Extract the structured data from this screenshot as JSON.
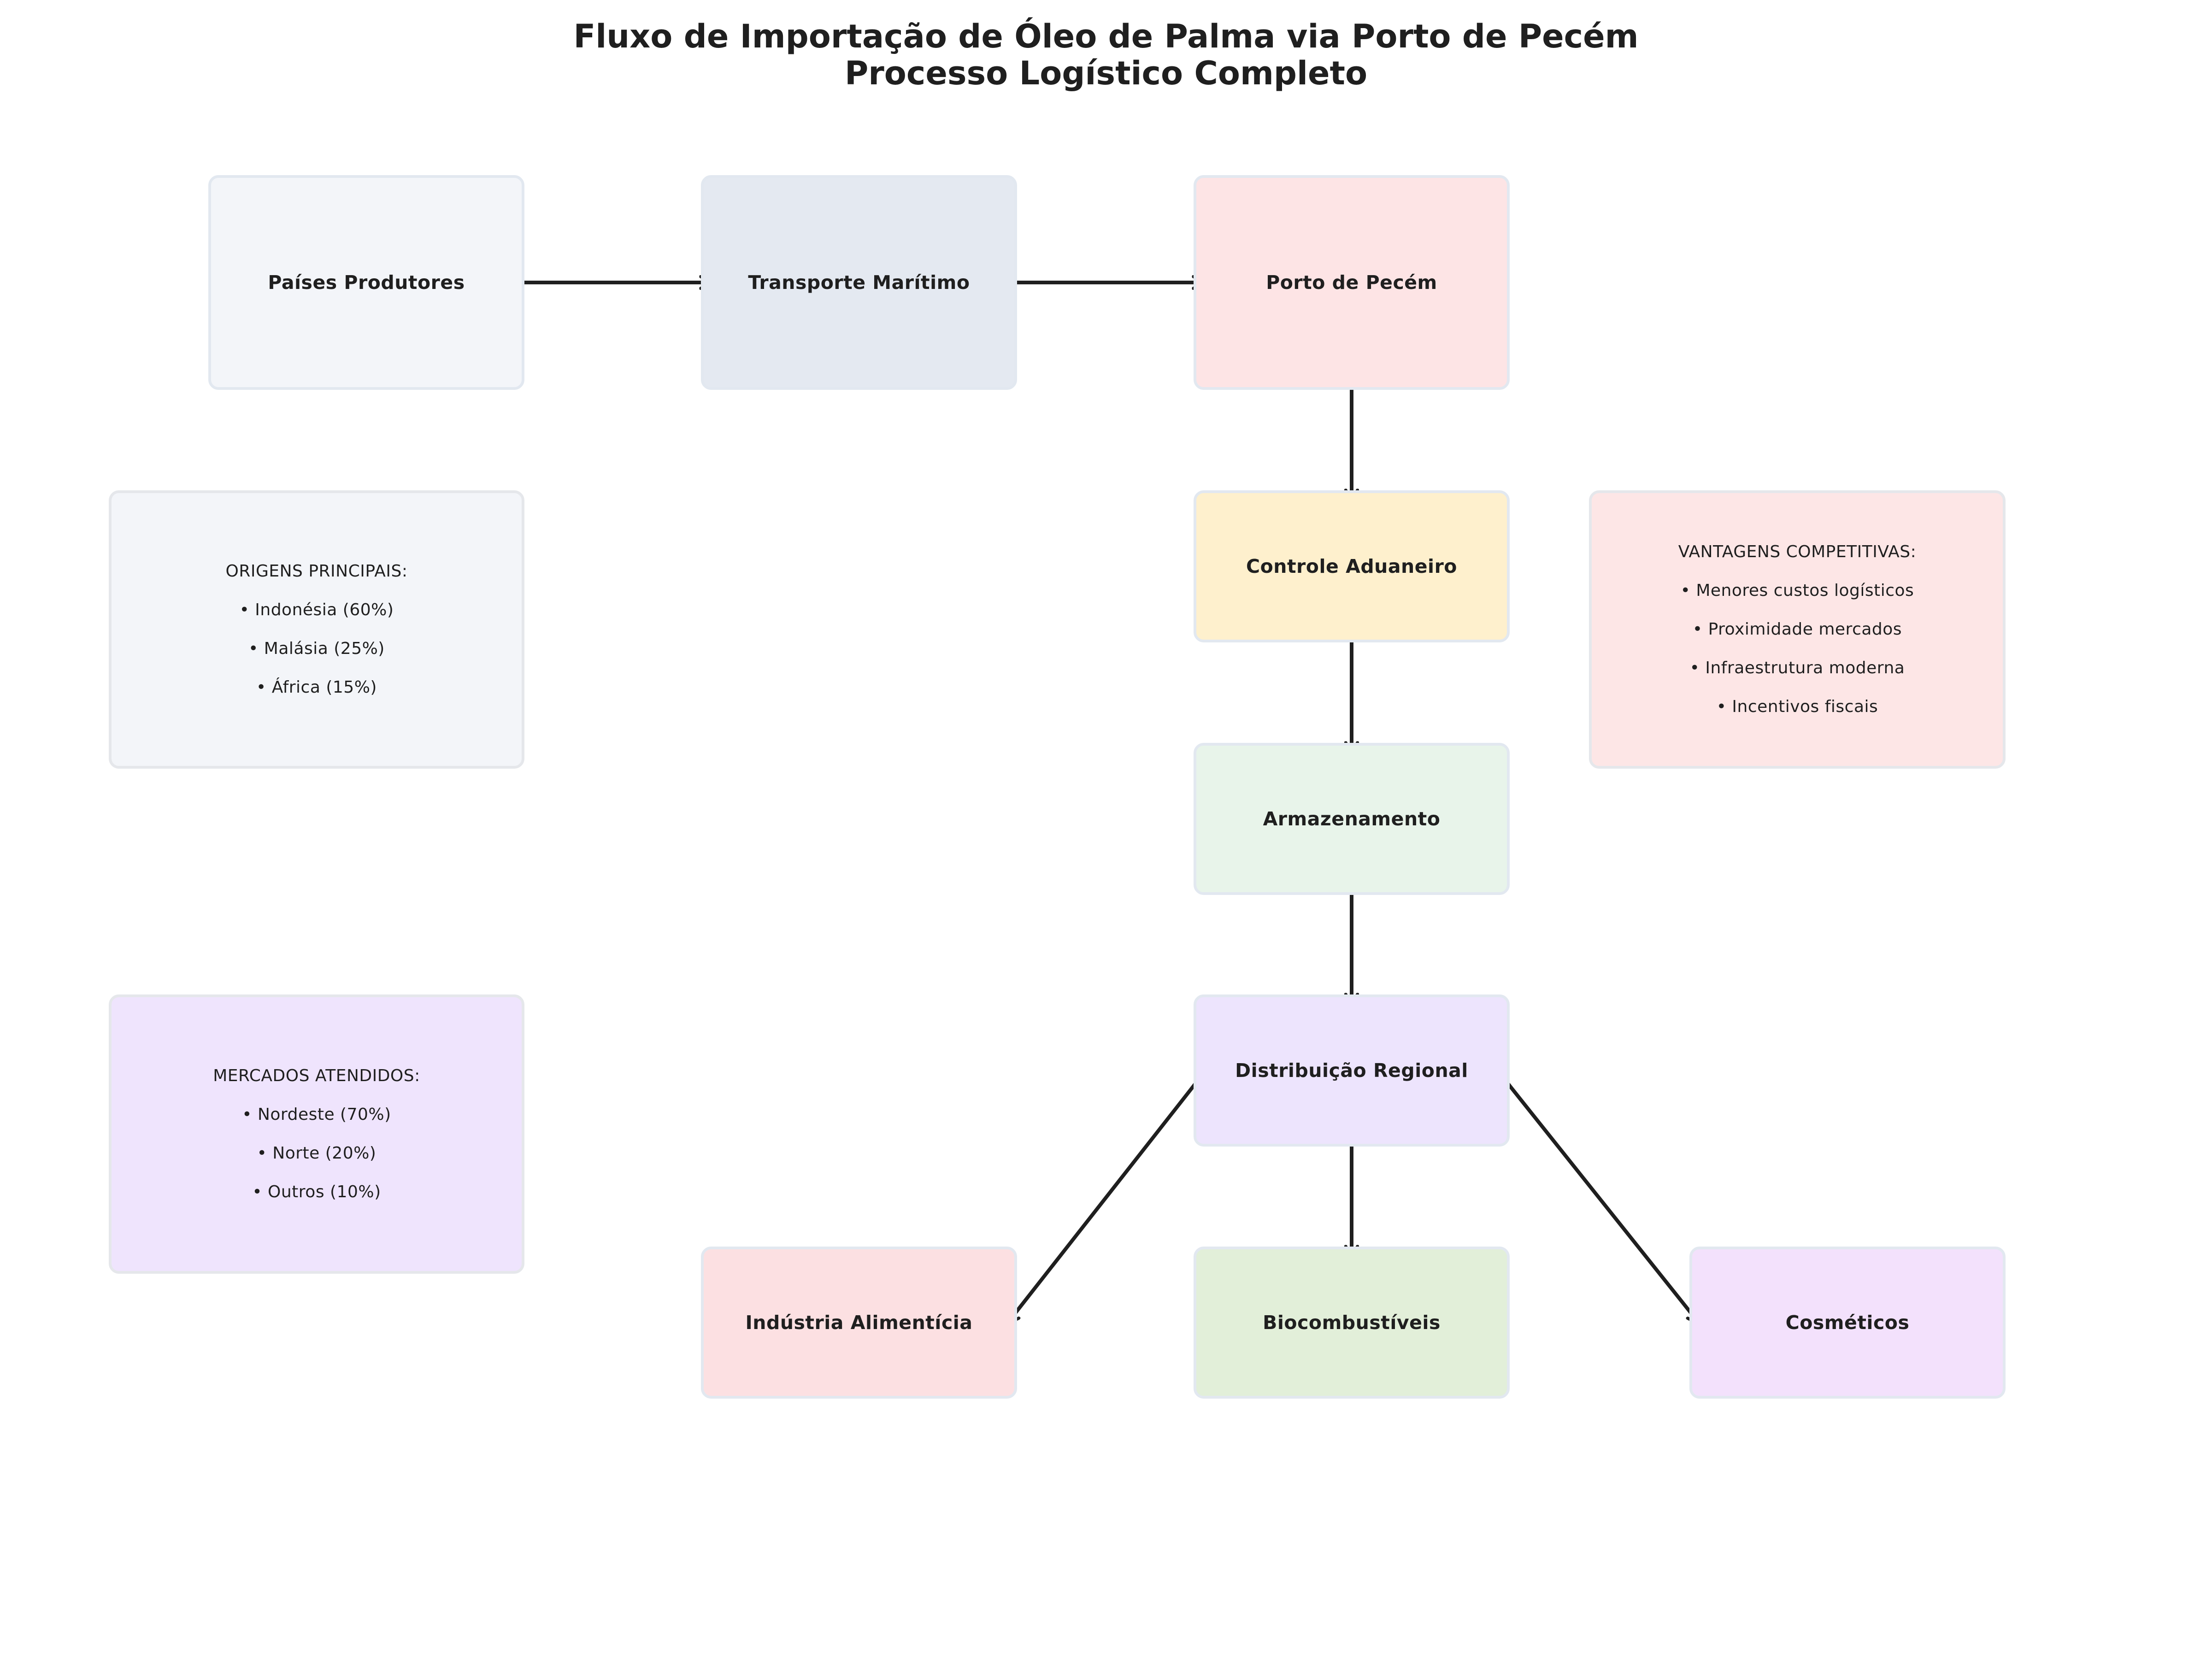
{
  "title": {
    "line1": "Fluxo de Importação de Óleo de Palma via Porto de Pecém",
    "line2": "Processo Logístico Completo"
  },
  "nodes": {
    "paises": {
      "label": "Países Produtores",
      "fill": "#f3f5f9"
    },
    "transporte": {
      "label": "Transporte Marítimo",
      "fill": "#e4e9f1"
    },
    "porto": {
      "label": "Porto de Pecém",
      "fill": "#fde4e5"
    },
    "controle": {
      "label": "Controle Aduaneiro",
      "fill": "#fef0cd"
    },
    "armazenamento": {
      "label": "Armazenamento",
      "fill": "#e8f4ea"
    },
    "distribuicao": {
      "label": "Distribuição Regional",
      "fill": "#ede4fd"
    },
    "industria": {
      "label": "Indústria Alimentícia",
      "fill": "#fce0e2"
    },
    "biocombustiveis": {
      "label": "Biocombustíveis",
      "fill": "#e2efd9"
    },
    "cosmeticos": {
      "label": "Cosméticos",
      "fill": "#f3e1fc"
    }
  },
  "info_boxes": {
    "origens": {
      "heading": "ORIGENS PRINCIPAIS:",
      "items": [
        "• Indonésia (60%)",
        "• Malásia (25%)",
        "• África (15%)"
      ],
      "fill": "#f3f5f9"
    },
    "vantagens": {
      "heading": "VANTAGENS COMPETITIVAS:",
      "items": [
        "• Menores custos logísticos",
        "• Proximidade mercados",
        "• Infraestrutura moderna",
        "• Incentivos fiscais"
      ],
      "fill": "#fde6e6"
    },
    "mercados": {
      "heading": "MERCADOS ATENDIDOS:",
      "items": [
        "• Nordeste (70%)",
        "• Norte (20%)",
        "• Outros (10%)"
      ],
      "fill": "#efe4fd"
    }
  },
  "edges": [
    {
      "from": "paises",
      "to": "transporte"
    },
    {
      "from": "transporte",
      "to": "porto"
    },
    {
      "from": "porto",
      "to": "controle"
    },
    {
      "from": "controle",
      "to": "armazenamento"
    },
    {
      "from": "armazenamento",
      "to": "distribuicao"
    },
    {
      "from": "distribuicao",
      "to": "industria"
    },
    {
      "from": "distribuicao",
      "to": "biocombustiveis"
    },
    {
      "from": "distribuicao",
      "to": "cosmeticos"
    }
  ],
  "colors": {
    "arrow": "#1f1f1f",
    "border": "#e2e8f0",
    "text": "#1f1f1f"
  }
}
